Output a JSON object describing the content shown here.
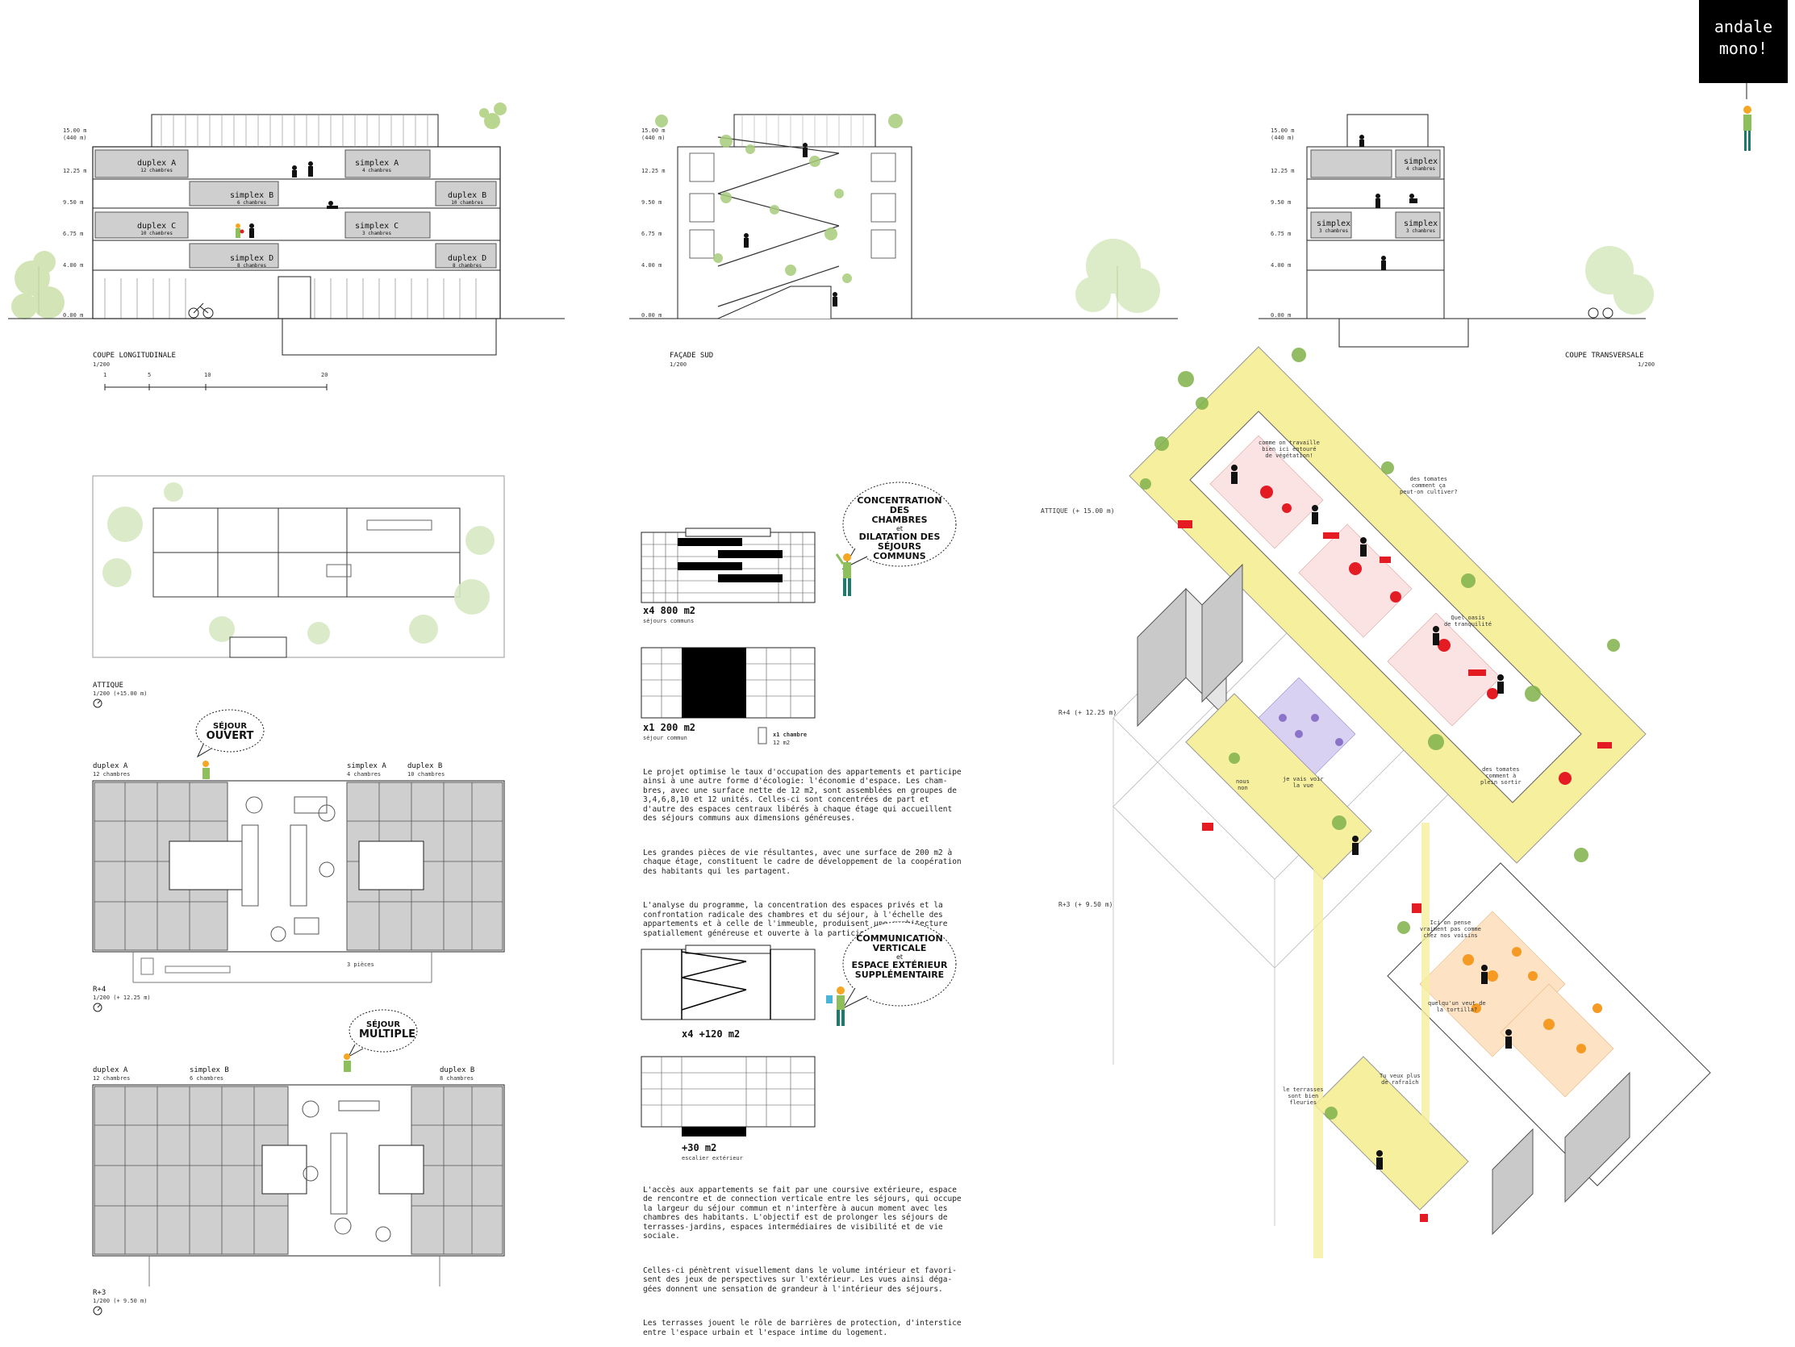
{
  "logo": {
    "line1": "andale",
    "line2": "mono!"
  },
  "coupe_long": {
    "title": "COUPE LONGITUDINALE",
    "scale": "1/200",
    "levels": [
      "15.00 m",
      "(440 m)",
      "12.25 m",
      "9.50 m",
      "6.75 m",
      "4.00 m",
      "0.00 m"
    ],
    "rooms": [
      {
        "name": "duplex A",
        "sub": "12 chambres"
      },
      {
        "name": "simplex A",
        "sub": "4 chambres"
      },
      {
        "name": "simplex B",
        "sub": "6 chambres"
      },
      {
        "name": "duplex B",
        "sub": "10 chambres"
      },
      {
        "name": "duplex C",
        "sub": "10 chambres"
      },
      {
        "name": "simplex C",
        "sub": "3 chambres"
      },
      {
        "name": "simplex D",
        "sub": "8 chambres"
      },
      {
        "name": "duplex D",
        "sub": "8 chambres"
      }
    ],
    "scale_bar": [
      "1",
      "5",
      "10",
      "20"
    ]
  },
  "facade_sud": {
    "title": "FAÇADE SUD",
    "scale": "1/200",
    "levels": [
      "15.00 m",
      "(440 m)",
      "12.25 m",
      "9.50 m",
      "6.75 m",
      "4.00 m",
      "0.00 m"
    ]
  },
  "coupe_trans": {
    "title": "COUPE TRANSVERSALE",
    "scale": "1/200",
    "levels": [
      "15.00 m",
      "(440 m)",
      "12.25 m",
      "9.50 m",
      "6.75 m",
      "4.00 m",
      "0.00 m"
    ],
    "rooms": [
      {
        "name": "simplex",
        "sub": "4 chambres"
      },
      {
        "name": "simplex",
        "sub": "3 chambres"
      },
      {
        "name": "simplex",
        "sub": "3 chambres"
      }
    ]
  },
  "plans": {
    "attique": {
      "title": "ATTIQUE",
      "scale": "1/200 (+15.00 m)"
    },
    "r4": {
      "title": "R+4",
      "scale": "1/200 (+ 12.25 m)",
      "bubble": {
        "line1": "SÉJOUR",
        "line2": "OUVERT"
      },
      "labels": [
        {
          "name": "duplex A",
          "sub": "12 chambres"
        },
        {
          "name": "simplex A",
          "sub": "4 chambres"
        },
        {
          "name": "duplex B",
          "sub": "10 chambres"
        }
      ],
      "note": "3 pièces"
    },
    "r3": {
      "title": "R+3",
      "scale": "1/200 (+ 9.50 m)",
      "bubble": {
        "line1": "SÉJOUR",
        "line2": "MULTIPLE"
      },
      "labels": [
        {
          "name": "duplex A",
          "sub": "12 chambres"
        },
        {
          "name": "simplex B",
          "sub": "6 chambres"
        },
        {
          "name": "duplex B",
          "sub": "8 chambres"
        }
      ]
    }
  },
  "diagrams": {
    "d1": {
      "value": "x4  800 m2",
      "label": "séjours communs"
    },
    "d2": {
      "value": "x1 200 m2",
      "label": "séjour commun",
      "legend_value": "x1 chambre",
      "legend_area": "12 m2"
    },
    "d3": {
      "value": "x4  +120 m2"
    },
    "d4": {
      "value": "+30 m2",
      "label": "escalier extérieur"
    },
    "bubble1": {
      "l1": "CONCENTRATION DES",
      "l2": "CHAMBRES",
      "et": "et",
      "l3": "DILATATION DES",
      "l4": "SÉJOURS",
      "l5": "COMMUNS"
    },
    "bubble2": {
      "l1": "COMMUNICATION",
      "l2": "VERTICALE",
      "et": "et",
      "l3": "ESPACE EXTÉRIEUR",
      "l4": "SUPPLÉMENTAIRE"
    }
  },
  "text1": {
    "p1": "Le projet optimise le taux d'occupation des appartements et participe\nainsi à une autre forme d'écologie: l'économie d'espace. Les cham-\nbres, avec une surface nette de 12 m2,  sont assemblées en groupes de\n3,4,6,8,10 et 12 unités. Celles-ci sont concentrées de part et\nd'autre des espaces centraux libérés à chaque étage qui accueillent\ndes séjours communs aux dimensions généreuses.",
    "p2": "Les grandes pièces de vie résultantes, avec une surface de 200 m2 à\nchaque étage, constituent le cadre de développement de la coopération\ndes habitants qui les partagent.",
    "p3": "L'analyse du programme, la concentration des espaces privés et la\nconfrontation radicale des chambres et du séjour, à l'échelle des\nappartements et à celle de l'immeuble, produisent une architecture\nspatiallement généreuse et ouverte à la participation."
  },
  "text2": {
    "p1": "L'accès aux appartements se fait par une coursive extérieure, espace\nde rencontre et de connection verticale entre les séjours, qui occupe\nla largeur du séjour commun et n'interfère à aucun moment avec les\nchambres des habitants. L'objectif est de prolonger les séjours de\nterrasses-jardins, espaces intermédiaires de visibilité et de vie\nsociale.",
    "p2": "Celles-ci pénètrent visuellement dans le volume intérieur et favori-\nsent des jeux de perspectives sur l'extérieur. Les vues ainsi déga-\ngées donnent une sensation de grandeur à l'intérieur des séjours.",
    "p3": "Les terrasses jouent le rôle de barrières de protection, d'interstice\nentre l'espace urbain et l'espace intime du logement."
  },
  "axo": {
    "levels": [
      {
        "name": "ATTIQUE",
        "value": "(+ 15.00 m)"
      },
      {
        "name": "R+4",
        "value": "(+ 12.25 m)"
      },
      {
        "name": "R+3",
        "value": "(+ 9.50 m)"
      }
    ],
    "notes": [
      "comme on travaille\nbien ici entouré\nde végétation!",
      "des tomates\ncomment ça\npeut-on cultiver?",
      "Quel oasis\nde tranquilité",
      "des tomates\ncomment à\nplein sortir",
      "nous\nnon",
      "je vais voir\nla vue",
      "Ici on pense\nvraiment pas comme\nchez nos voisins",
      "quelqu'un veut de\nla tortilla?",
      "le terrasses\nsont bien\nfleuries",
      "Tu veux plus\nde rafraîch"
    ]
  },
  "colors": {
    "yellow": "#f6ef9e",
    "red": "#e51b24",
    "orange": "#f59a23",
    "purple": "#8a73c9",
    "green": "#8dbf5a",
    "grey": "#c9c9c9"
  }
}
